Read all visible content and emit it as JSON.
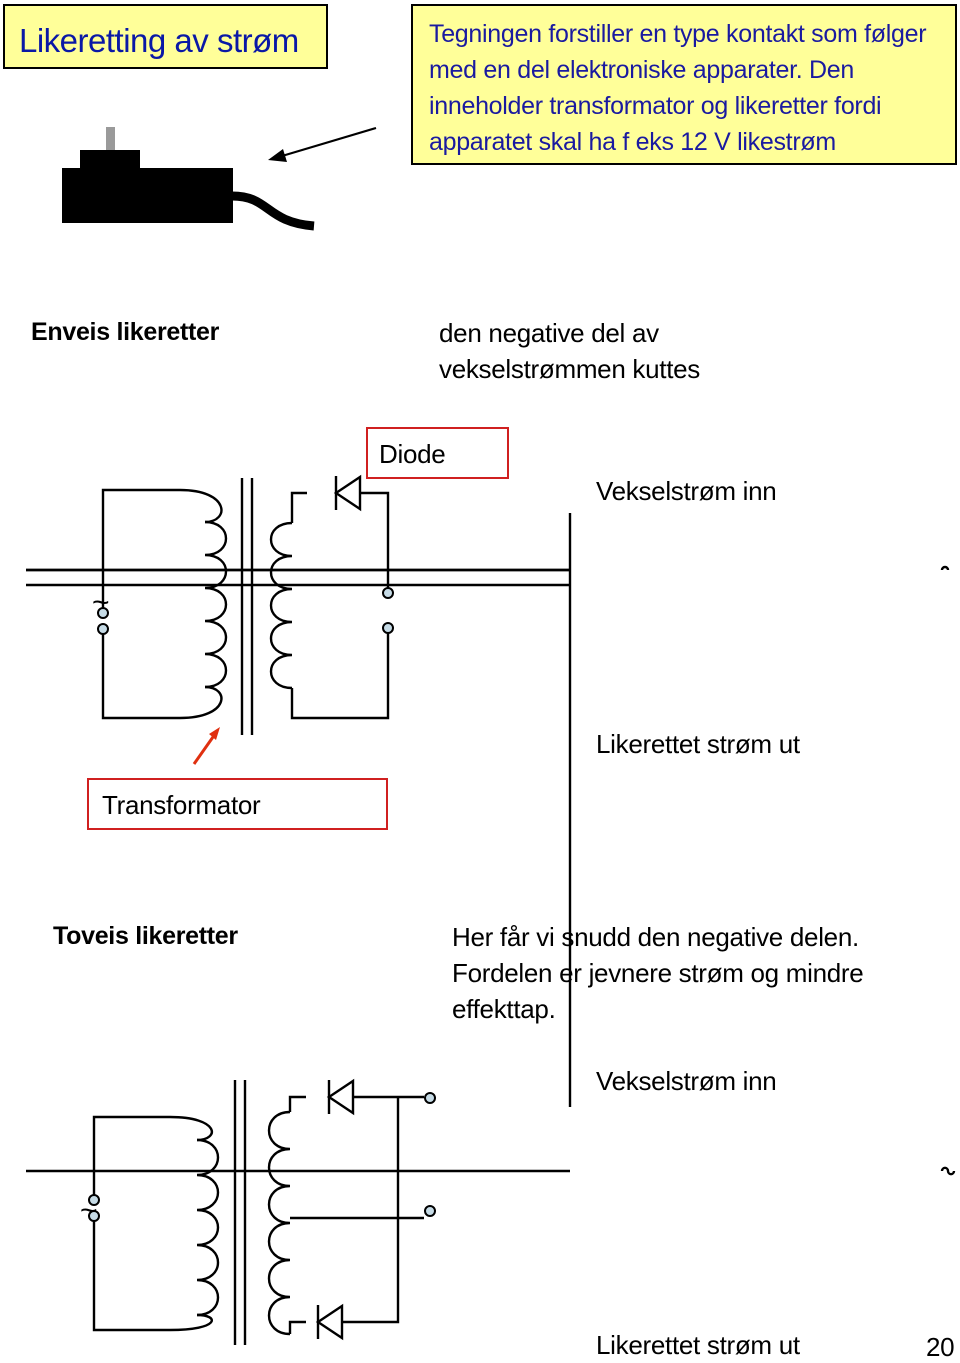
{
  "title": "Likeretting av strøm",
  "description": {
    "lines": [
      "Tegningen forstiller en type kontakt som følger",
      "med en del elektroniske apparater. Den",
      "inneholder transformator og likeretter fordi",
      "apparatet skal ha f eks 12 V likestrøm"
    ]
  },
  "halfwave": {
    "heading": "Enveis likeretter",
    "text_lines": [
      "den negative del  av",
      "vekselstrømmen kuttes"
    ],
    "diode_label": "Diode",
    "transformer_label": "Transformator",
    "ac_symbol": "~",
    "wave_in_label": "Vekselstrøm inn",
    "wave_out_label": "Likerettet strøm ut"
  },
  "fullwave": {
    "heading": "Toveis likeretter",
    "text_lines": [
      "Her får vi snudd den negative delen.",
      "Fordelen er jevnere strøm og mindre",
      "effekttap."
    ],
    "ac_symbol": "~",
    "wave_in_label": "Vekselstrøm inn",
    "wave_out_label": "Likerettet strøm ut"
  },
  "page_number": "20",
  "colors": {
    "title_box_fill": "#ffff99",
    "title_text": "#0a18a6",
    "label_box_border": "#d02020",
    "arrow_red": "#e03010",
    "terminal_fill": "#c6dbe6"
  }
}
